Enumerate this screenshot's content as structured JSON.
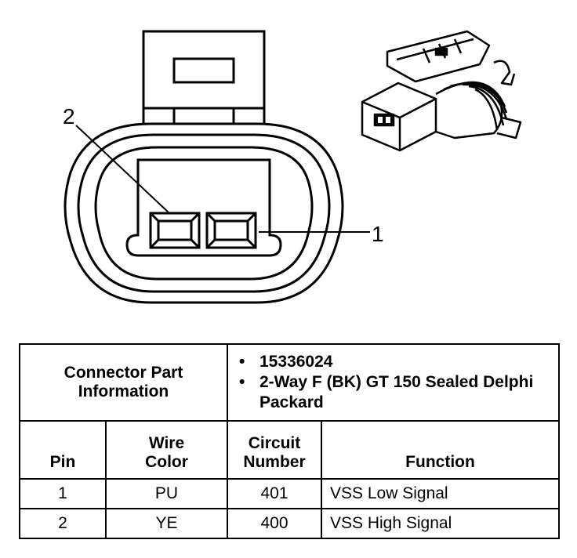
{
  "diagram": {
    "callouts": [
      "2",
      "1"
    ]
  },
  "table": {
    "connector_label": "Connector Part Information",
    "part_info": [
      "15336024",
      "2-Way F (BK) GT 150 Sealed Delphi Packard"
    ],
    "columns": [
      "Pin",
      "Wire Color",
      "Circuit Number",
      "Function"
    ],
    "rows": [
      [
        "1",
        "PU",
        "401",
        "VSS Low Signal"
      ],
      [
        "2",
        "YE",
        "400",
        "VSS High Signal"
      ]
    ]
  }
}
